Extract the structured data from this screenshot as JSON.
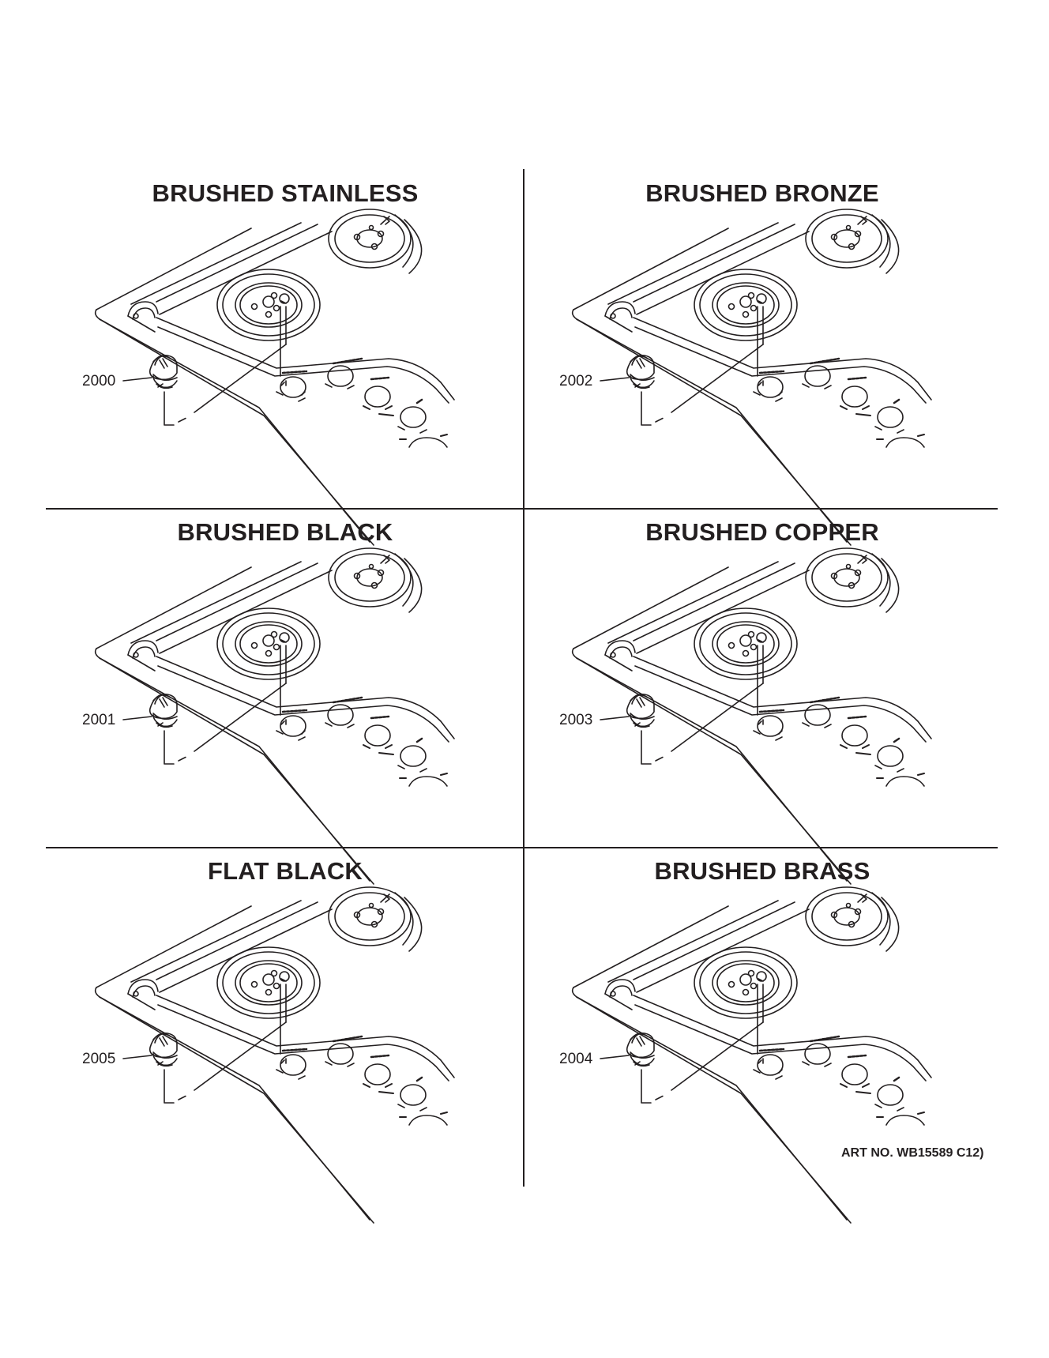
{
  "panels": [
    {
      "title": "BRUSHED STAINLESS",
      "part_number": "2000"
    },
    {
      "title": "BRUSHED BRONZE",
      "part_number": "2002"
    },
    {
      "title": "BRUSHED BLACK",
      "part_number": "2001"
    },
    {
      "title": "BRUSHED COPPER",
      "part_number": "2003"
    },
    {
      "title": "FLAT BLACK",
      "part_number": "2005"
    },
    {
      "title": "BRUSHED BRASS",
      "part_number": "2004"
    }
  ],
  "art_number": "ART NO. WB15589 C12)",
  "colors": {
    "ink": "#231f20",
    "background": "#ffffff"
  }
}
